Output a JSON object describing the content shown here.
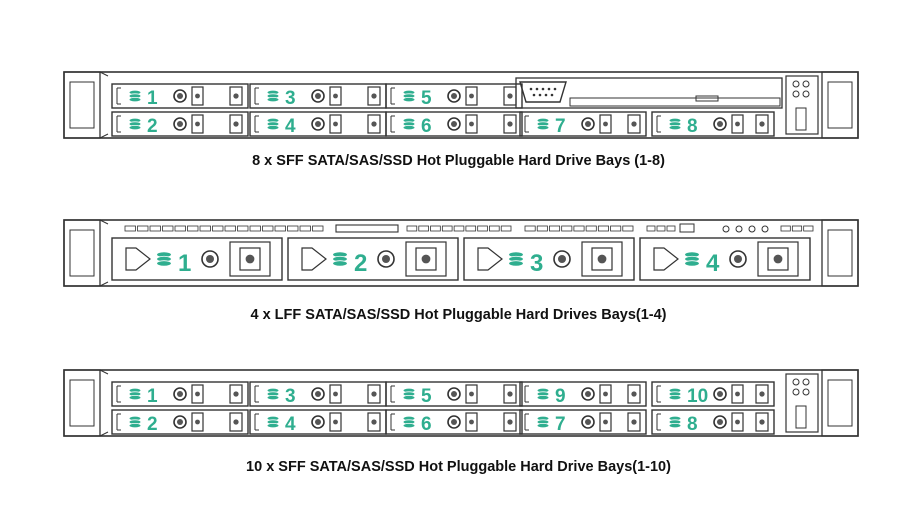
{
  "colors": {
    "accent": "#2fae8f",
    "outline": "#333333",
    "background": "#ffffff"
  },
  "icons": {
    "drive": "stacked-disk-icon",
    "led": "circle-led-icon",
    "latch": "square-latch-icon",
    "vga": "vga-port-icon",
    "usb": "usb-port-icon"
  },
  "panels": [
    {
      "caption": "8 x SFF SATA/SAS/SSD Hot Pluggable Hard Drive Bays (1-8)",
      "type": "sff8",
      "bays": [
        "1",
        "2",
        "3",
        "4",
        "5",
        "6",
        "7",
        "8"
      ]
    },
    {
      "caption": "4 x LFF SATA/SAS/SSD Hot Pluggable Hard Drives Bays(1-4)",
      "type": "lff4",
      "bays": [
        "1",
        "2",
        "3",
        "4"
      ]
    },
    {
      "caption": "10 x SFF SATA/SAS/SSD Hot Pluggable Hard Drive Bays(1-10)",
      "type": "sff10",
      "bays": [
        "1",
        "2",
        "3",
        "4",
        "5",
        "6",
        "9",
        "7",
        "10",
        "8"
      ]
    }
  ]
}
